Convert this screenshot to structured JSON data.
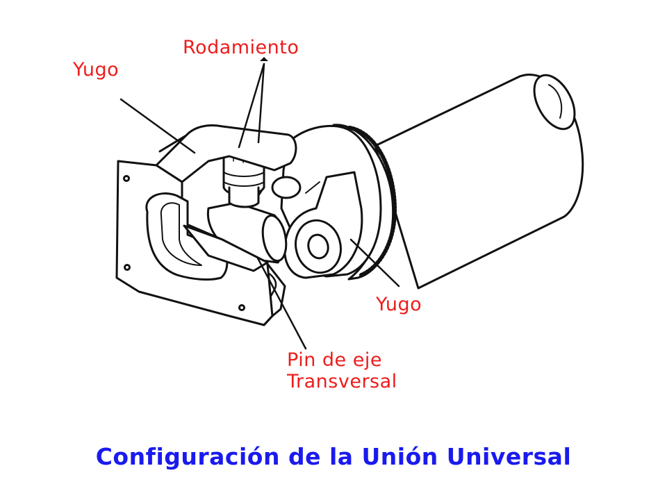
{
  "labels": {
    "rodamiento": "Rodamiento",
    "yugo_top": "Yugo",
    "yugo_right": "Yugo",
    "pin_line1": "Pin de eje",
    "pin_line2": "Transversal"
  },
  "caption": "Configuración de la Unión Universal",
  "colors": {
    "label": "#ee1c1c",
    "caption": "#1a1aee",
    "line_art": "#111111"
  }
}
